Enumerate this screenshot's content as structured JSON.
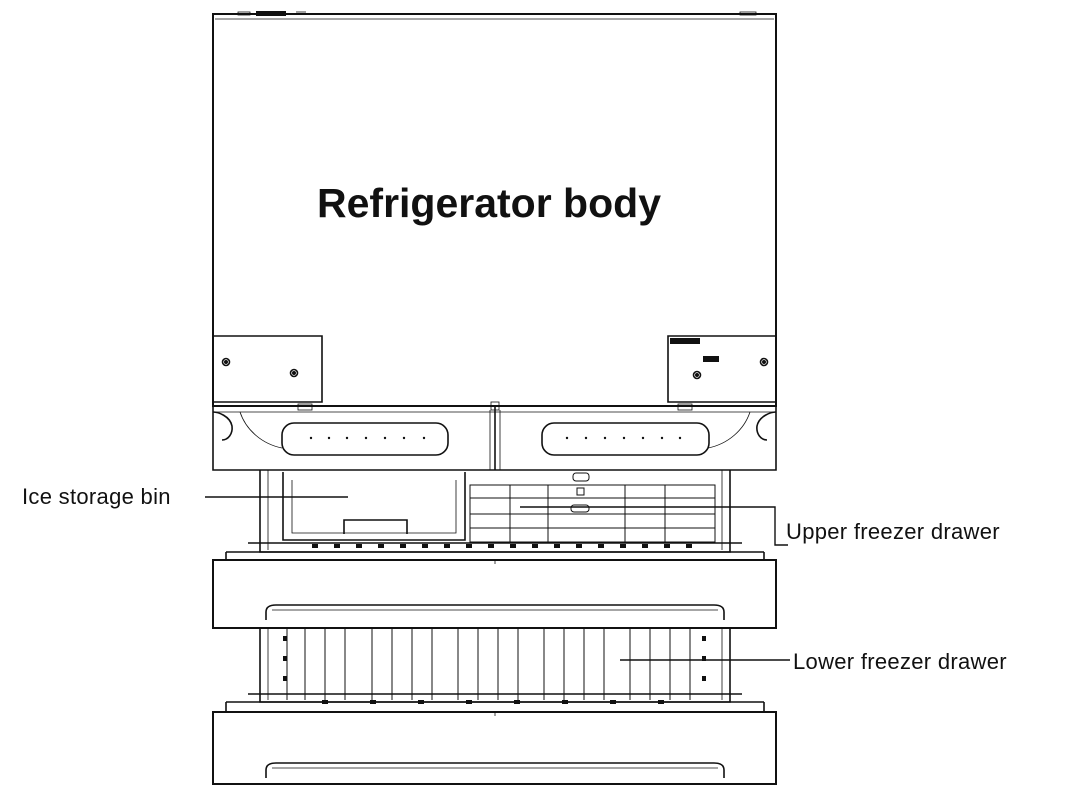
{
  "diagram": {
    "title": "Refrigerator body",
    "labels": {
      "ice_storage_bin": "Ice storage bin",
      "upper_freezer_drawer": "Upper freezer drawer",
      "lower_freezer_drawer": "Lower freezer drawer"
    }
  }
}
